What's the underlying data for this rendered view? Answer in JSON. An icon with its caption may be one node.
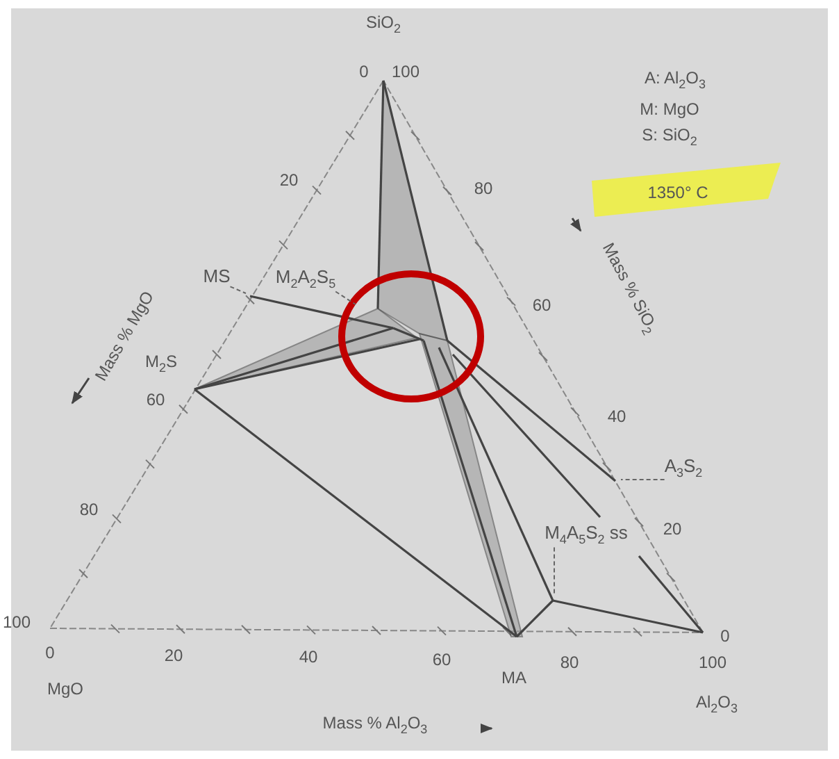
{
  "diagram": {
    "nodes": [
      {
        "text": [
          "MS"
        ]
      },
      {
        "text": [
          "M$_{2}$A$_{2}$S$_{5}$"
        ]
      },
      {
        "text": [
          "A$_{3}$S$_{2}$"
        ]
      },
      {
        "text": [
          "M$_{4}$A$_{5}$S$_{2}$ ss"
        ]
      }
    ],
    "edges": [
      {
        "from": 0,
        "to": null,
        "arrow": "none",
        "style": "dashed"
      },
      {
        "from": 1,
        "to": null,
        "arrow": "none",
        "style": "dashed"
      },
      {
        "from": 2,
        "to": null,
        "arrow": "none",
        "style": "dashed"
      },
      {
        "from": 3,
        "to": null,
        "arrow": "none",
        "style": "dashed"
      }
    ],
    "labels": [
      "SiO$_{2}$",
      "0",
      "100",
      "A: Al$_{2}$O$_{3}$",
      "M: MgO",
      "S: SiO$_{2}$",
      "20",
      "80",
      "1350° C",
      "Mass % MgO",
      "Mass % SiO$_{2}$",
      "60",
      "M$_{2}$S",
      "60",
      "40",
      "80",
      "20",
      "100",
      "0",
      "0",
      "20",
      "40",
      "60",
      "80",
      "100",
      "MgO",
      "MA",
      "Al$_{2}$O$_{3}$",
      "Mass % Al$_{2}$O$_{3}$"
    ]
  }
}
